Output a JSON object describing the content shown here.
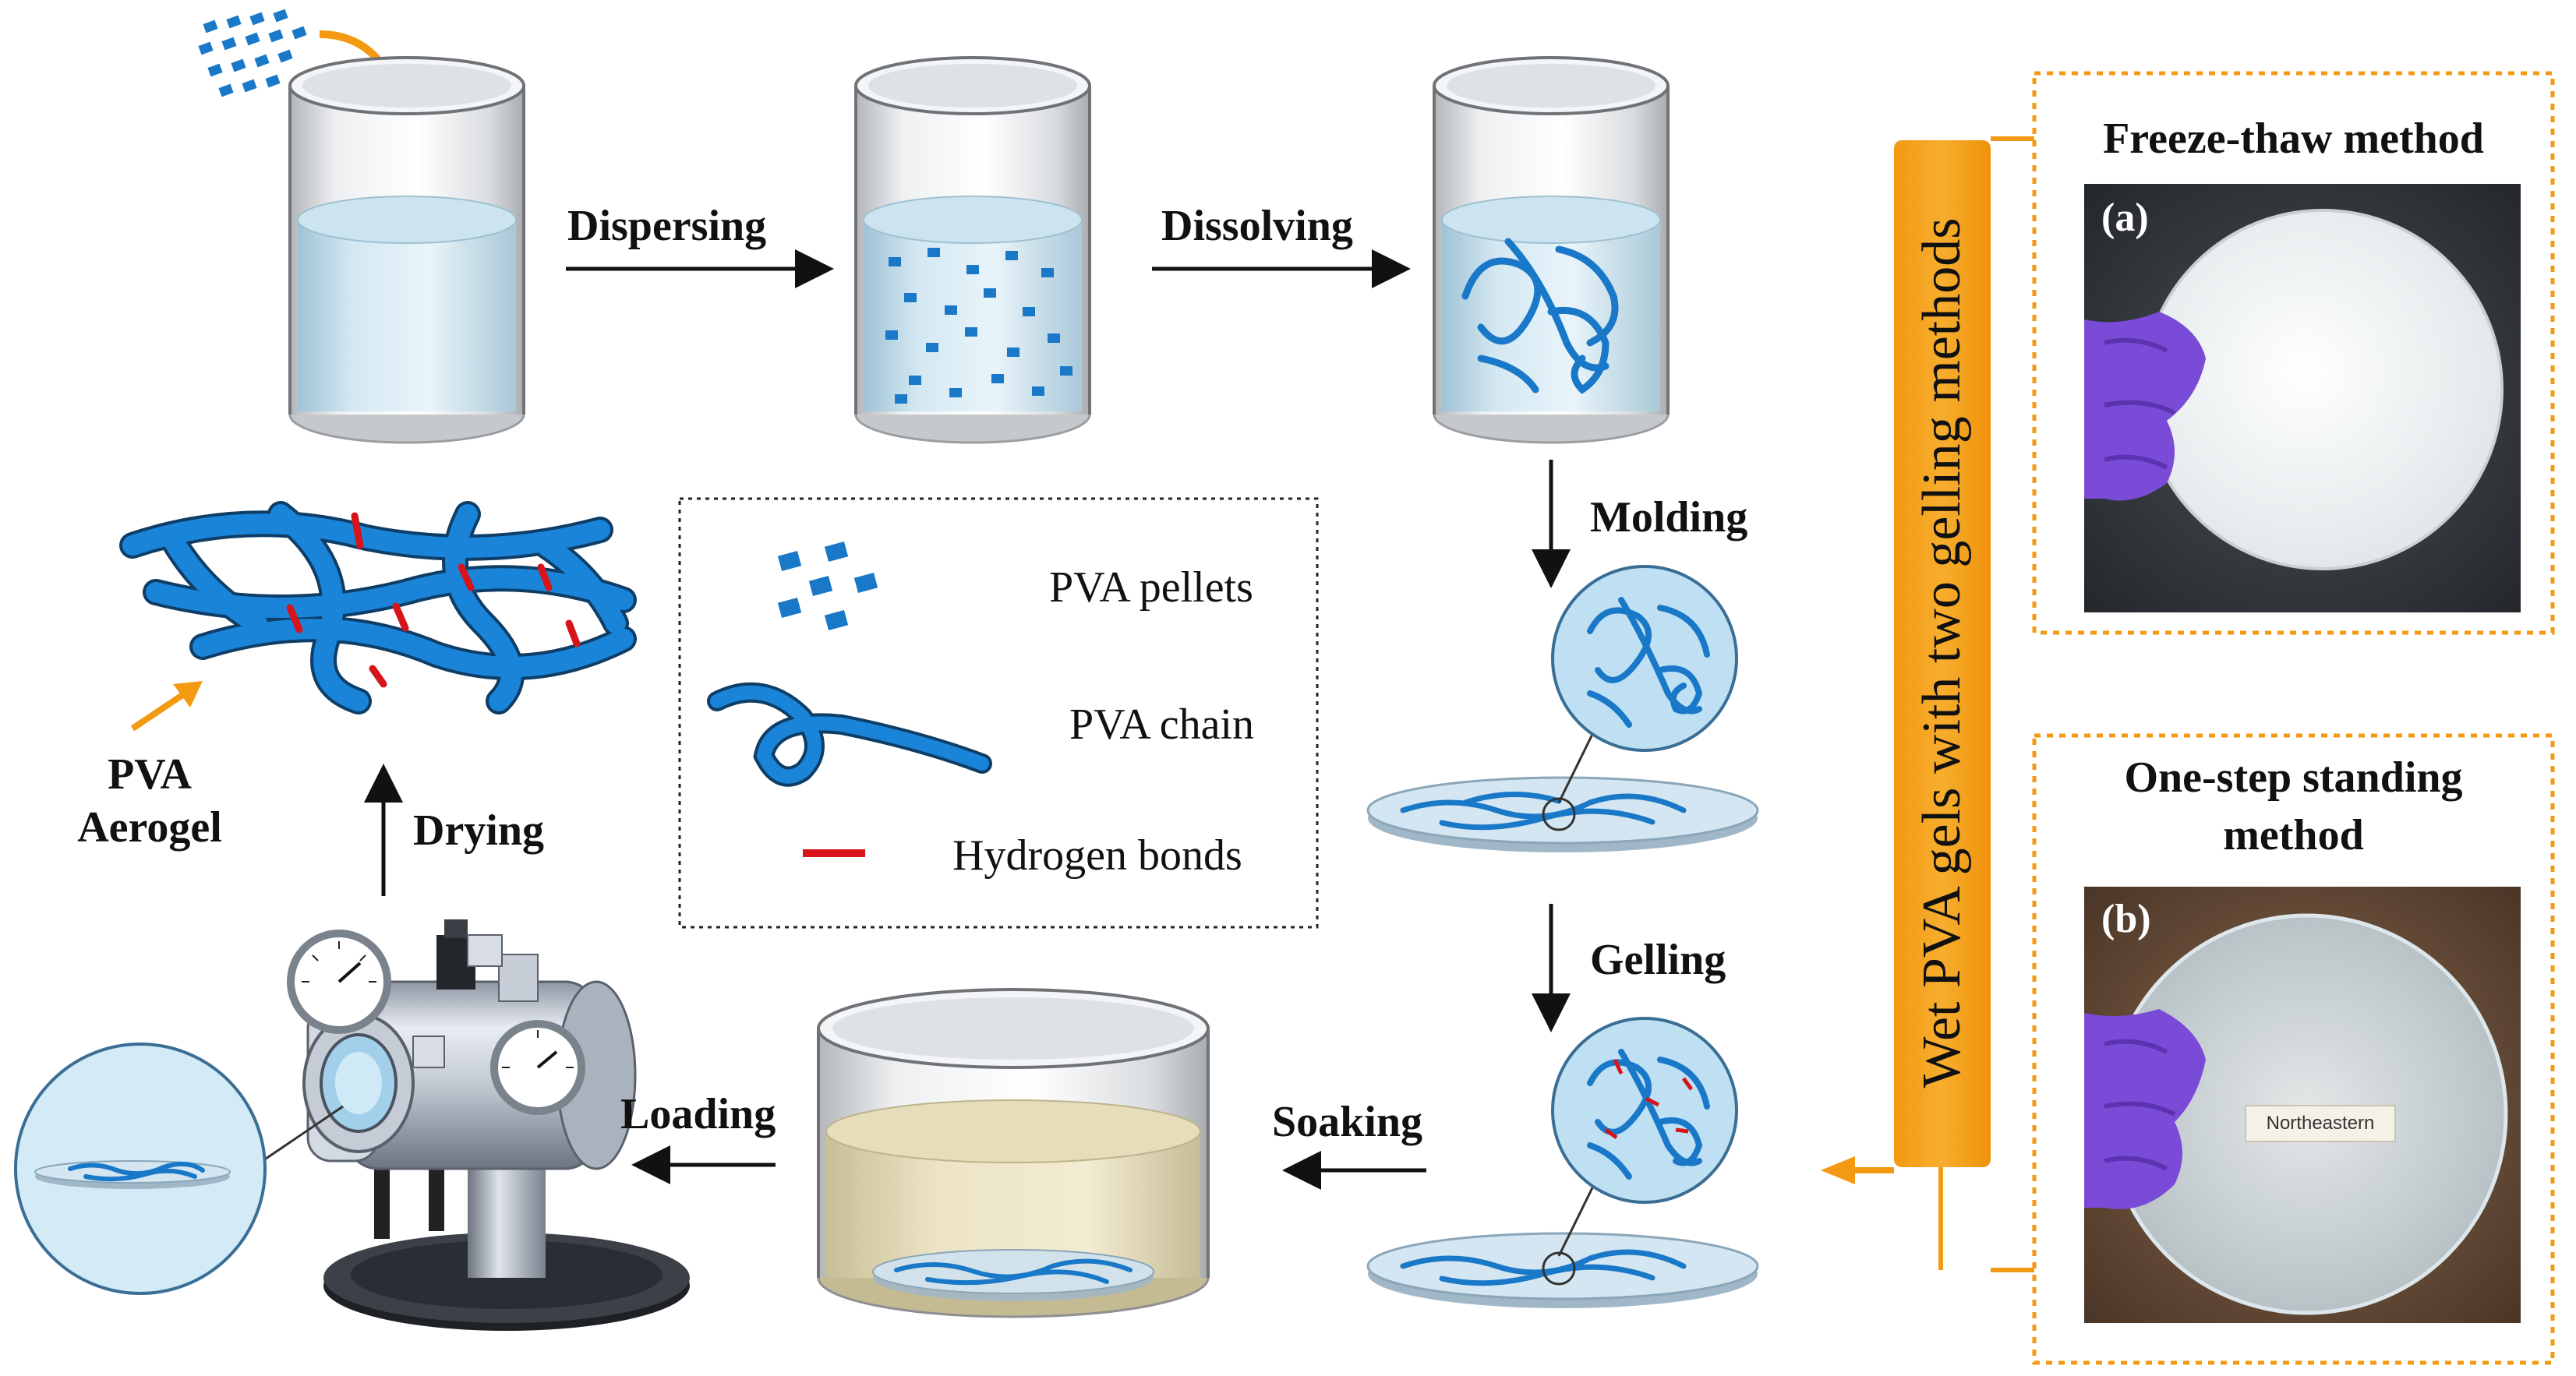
{
  "steps": {
    "dispersing": "Dispersing",
    "dissolving": "Dissolving",
    "molding": "Molding",
    "gelling": "Gelling",
    "soaking": "Soaking",
    "loading": "Loading",
    "drying": "Drying"
  },
  "product": {
    "line1": "PVA",
    "line2": "Aerogel"
  },
  "legend": {
    "pellets": "PVA pellets",
    "chain": "PVA chain",
    "hbonds": "Hydrogen bonds"
  },
  "side_label": "Wet PVA gels with two gelling methods",
  "panels": {
    "a": {
      "title": "Freeze-thaw method",
      "letter": "(a)"
    },
    "b": {
      "title_line1": "One-step standing",
      "title_line2": "method",
      "letter": "(b)",
      "sticker": "Northeastern"
    }
  },
  "colors": {
    "accent_orange": "#f39a12",
    "pva_blue": "#1a78c8",
    "hbond_red": "#d8141b",
    "glove_purple": "#7a4bd6"
  }
}
